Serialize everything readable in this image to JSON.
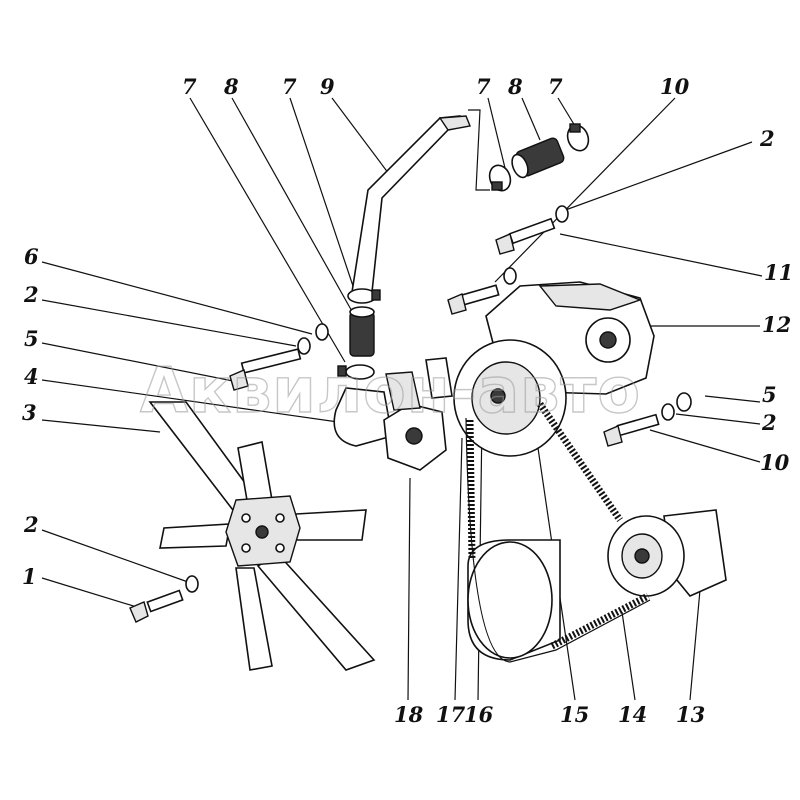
{
  "diagram": {
    "watermark": "Аквилон-авто",
    "callouts": [
      {
        "id": "c1",
        "label": "1"
      },
      {
        "id": "c2a",
        "label": "2"
      },
      {
        "id": "c2b",
        "label": "2"
      },
      {
        "id": "c2c",
        "label": "2"
      },
      {
        "id": "c2d",
        "label": "2"
      },
      {
        "id": "c3",
        "label": "3"
      },
      {
        "id": "c4",
        "label": "4"
      },
      {
        "id": "c5a",
        "label": "5"
      },
      {
        "id": "c5b",
        "label": "5"
      },
      {
        "id": "c6",
        "label": "6"
      },
      {
        "id": "c7a",
        "label": "7"
      },
      {
        "id": "c7b",
        "label": "7"
      },
      {
        "id": "c7c",
        "label": "7"
      },
      {
        "id": "c7d",
        "label": "7"
      },
      {
        "id": "c8a",
        "label": "8"
      },
      {
        "id": "c8b",
        "label": "8"
      },
      {
        "id": "c9",
        "label": "9"
      },
      {
        "id": "c10a",
        "label": "10"
      },
      {
        "id": "c10b",
        "label": "10"
      },
      {
        "id": "c11",
        "label": "11"
      },
      {
        "id": "c12",
        "label": "12"
      },
      {
        "id": "c13",
        "label": "13"
      },
      {
        "id": "c14",
        "label": "14"
      },
      {
        "id": "c15",
        "label": "15"
      },
      {
        "id": "c16",
        "label": "16"
      },
      {
        "id": "c17",
        "label": "17"
      },
      {
        "id": "c18",
        "label": "18"
      }
    ]
  }
}
